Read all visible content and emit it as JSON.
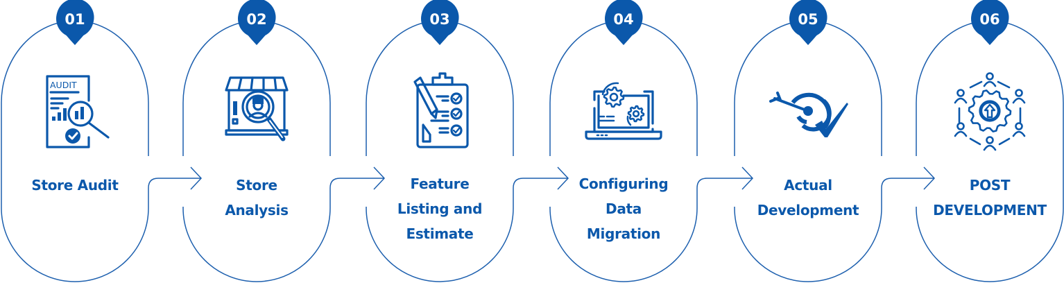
{
  "diagram": {
    "accent_color": "#0b58ab",
    "outline_color": "#1c5fae",
    "stages": [
      {
        "number": "01",
        "label_lines": [
          "Store Audit"
        ],
        "icon": "audit-report-icon",
        "icon_text": "AUDIT"
      },
      {
        "number": "02",
        "label_lines": [
          "Store",
          "Analysis"
        ],
        "icon": "store-search-icon"
      },
      {
        "number": "03",
        "label_lines": [
          "Feature",
          "Listing and",
          "Estimate"
        ],
        "icon": "clipboard-checklist-icon"
      },
      {
        "number": "04",
        "label_lines": [
          "Configuring",
          "Data",
          "Migration"
        ],
        "icon": "laptop-gears-icon"
      },
      {
        "number": "05",
        "label_lines": [
          "Actual",
          "Development"
        ],
        "icon": "target-check-icon"
      },
      {
        "number": "06",
        "label_lines": [
          "POST",
          "DEVELOPMENT"
        ],
        "icon": "team-gear-icon"
      }
    ]
  }
}
